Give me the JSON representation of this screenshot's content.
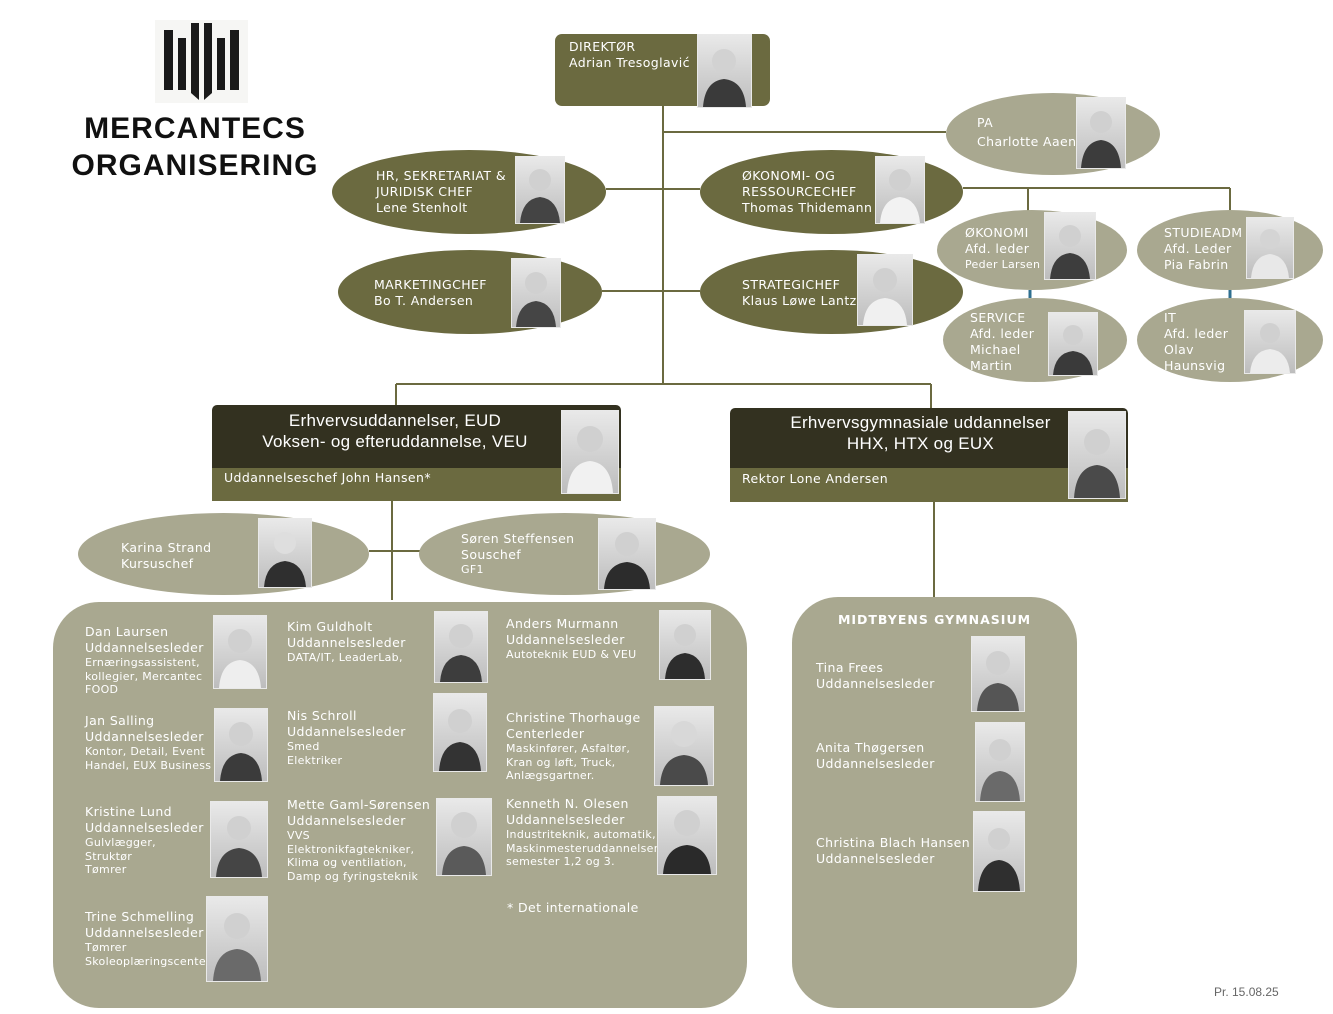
{
  "org": {
    "title_line1": "MERCANTECS",
    "title_line2": "ORGANISERING",
    "date": "Pr. 15.08.25",
    "footnote": "* Det internationale"
  },
  "colors": {
    "olive": "#6b6a40",
    "light": "#a9a890",
    "dark": "#333120"
  },
  "director": {
    "title": "DIREKTØR",
    "name": "Adrian Tresoglavić"
  },
  "pa": {
    "title": "PA",
    "name": "Charlotte Aaen"
  },
  "hr": {
    "text": "HR, SEKRETARIAT &\nJURIDISK CHEF\nLene Stenholt"
  },
  "marketing": {
    "text": "MARKETINGCHEF\nBo T. Andersen"
  },
  "economy": {
    "text": "ØKONOMI- OG\nRESSOURCECHEF\nThomas Thidemann"
  },
  "strategy": {
    "text": "STRATEGICHEF\nKlaus Løwe Lantz"
  },
  "okonomi": {
    "line1": "ØKONOMI",
    "line2": "Afd. leder",
    "line3": "Peder Larsen"
  },
  "studieadm": {
    "text": "STUDIEADM\nAfd. Leder\nPia Fabrin"
  },
  "service": {
    "text": "SERVICE\nAfd. leder\nMichael\nMartin"
  },
  "it": {
    "text": "IT\nAfd. leder\nOlav\nHaunsvig"
  },
  "eud": {
    "title": "Erhvervsuddannelser, EUD\nVoksen- og efteruddannelse, VEU",
    "leader": "Uddannelseschef John Hansen*"
  },
  "hhx": {
    "title": "Erhvervsgymnasiale uddannelser\nHHX, HTX og EUX",
    "leader": "Rektor Lone Andersen"
  },
  "karina": {
    "text": "Karina Strand\nKursuschef"
  },
  "soren": {
    "name": "Søren Steffensen",
    "role": "Souschef",
    "sub": "GF1"
  },
  "eud_leaders": [
    {
      "name": "Dan Laursen",
      "role": "Uddannelsesleder",
      "detail": "Ernæringsassistent,\nkollegier, Mercantec\nFOOD"
    },
    {
      "name": "Jan Salling",
      "role": "Uddannelsesleder",
      "detail": "Kontor, Detail, Event\nHandel, EUX Business"
    },
    {
      "name": "Kristine Lund",
      "role": "Uddannelsesleder",
      "detail": "Gulvlægger,\nStruktør\nTømrer"
    },
    {
      "name": "Trine Schmelling",
      "role": "Uddannelsesleder",
      "detail": "Tømrer\nSkoleoplæringscenter"
    },
    {
      "name": "Kim Guldholt",
      "role": "Uddannelsesleder",
      "detail": "DATA/IT, LeaderLab,"
    },
    {
      "name": "Nis Schroll",
      "role": "Uddannelsesleder",
      "detail": "Smed\nElektriker"
    },
    {
      "name": "Mette Gaml-Sørensen",
      "role": "Uddannelsesleder",
      "detail": "VVS\nElektronikfagtekniker,\nKlima og ventilation,\nDamp og fyringsteknik"
    },
    {
      "name": "Anders Murmann",
      "role": "Uddannelsesleder",
      "detail": "Autoteknik EUD & VEU"
    },
    {
      "name": "Christine Thorhauge",
      "role": "Centerleder",
      "detail": "Maskinfører, Asfaltør,\nKran og løft, Truck,\nAnlægsgartner."
    },
    {
      "name": "Kenneth N. Olesen",
      "role": "Uddannelsesleder",
      "detail": "Industriteknik, automatik,\nMaskinmesteruddannelsen\nsemester 1,2 og 3."
    }
  ],
  "gym": {
    "title": "MIDTBYENS GYMNASIUM",
    "leaders": [
      {
        "name": "Tina Frees",
        "role": "Uddannelsesleder"
      },
      {
        "name": "Anita Thøgersen",
        "role": "Uddannelsesleder"
      },
      {
        "name": "Christina Blach Hansen",
        "role": "Uddannelsesleder"
      }
    ]
  }
}
